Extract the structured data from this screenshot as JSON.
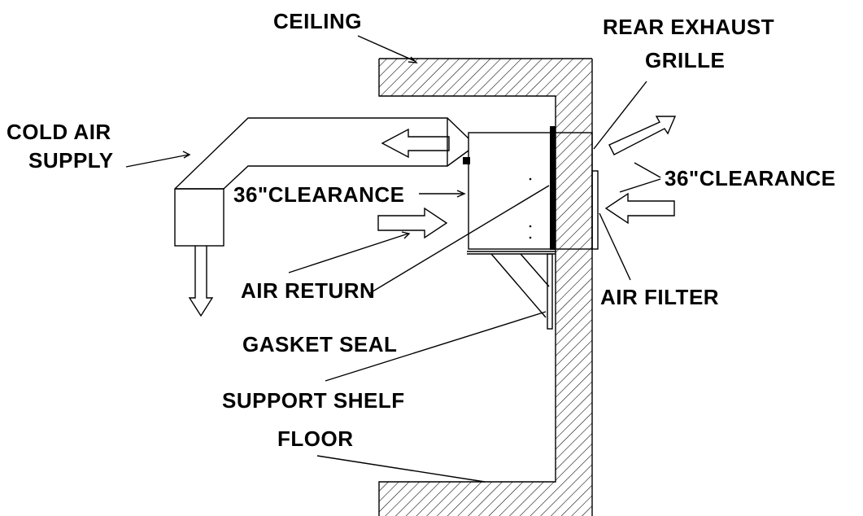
{
  "labels": {
    "ceiling": "CEILING",
    "rear_exhaust_line1": "REAR EXHAUST",
    "rear_exhaust_line2": "GRILLE",
    "cold_air_line1": "COLD AIR",
    "cold_air_line2": "SUPPLY",
    "clearance_front": "36\"CLEARANCE",
    "clearance_rear": "36\"CLEARANCE",
    "air_return": "AIR RETURN",
    "air_filter": "AIR FILTER",
    "gasket_seal": "GASKET SEAL",
    "support_shelf": "SUPPORT SHELF",
    "floor": "FLOOR"
  },
  "colors": {
    "line": "#000000",
    "background": "#ffffff"
  }
}
